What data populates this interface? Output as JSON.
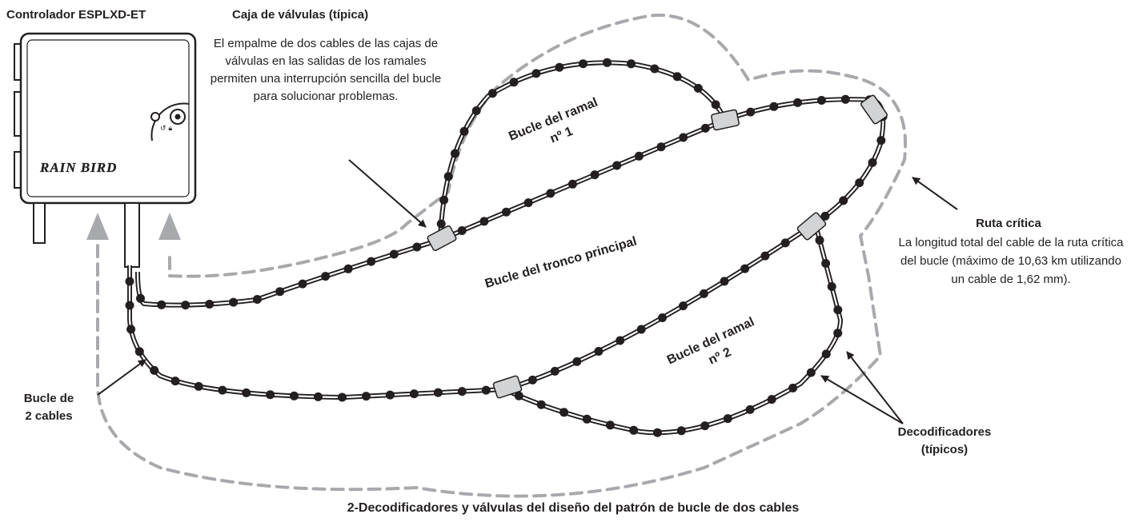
{
  "labels": {
    "controller": "Controlador ESPLXD-ET",
    "valve_box_title": "Caja de válvulas (típica)",
    "valve_box_desc": "El empalme de dos cables de las cajas de válvulas en las salidas de los ramales permiten una interrupción sencilla del bucle para solucionar problemas.",
    "branch1_line1": "Bucle del ramal",
    "branch1_line2": "nº 1",
    "main_loop": "Bucle del tronco principal",
    "branch2_line1": "Bucle del ramal",
    "branch2_line2": "nº 2",
    "critical_title": "Ruta crítica",
    "critical_desc": "La longitud total del cable de la ruta crítica del bucle (máximo de 10,63 km utilizando un cable de 1,62 mm).",
    "two_wire_line1": "Bucle de",
    "two_wire_line2": "2 cables",
    "decoders_line1": "Decodificadores",
    "decoders_line2": "(típicos)",
    "caption": "2-Decodificadores y válvulas del diseño del patrón de bucle de dos cables"
  },
  "logo_text": "RAIN BIRD",
  "colors": {
    "ink": "#231f20",
    "dashed_path": "#a7a9ac",
    "splice_fill": "#d1d3d4"
  }
}
